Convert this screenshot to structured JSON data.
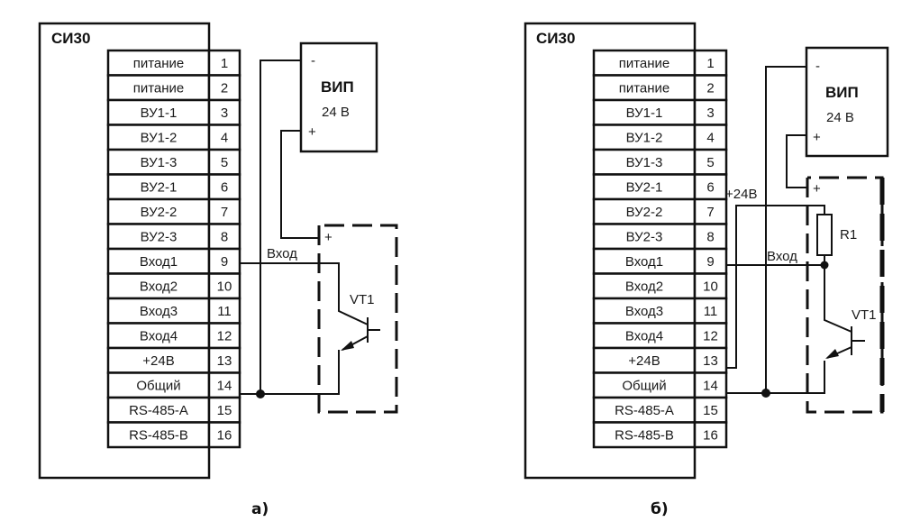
{
  "diagrams": [
    {
      "id": "a",
      "caption": "а)",
      "device_title": "СИ30",
      "terminals": [
        {
          "label": "питание",
          "num": "1"
        },
        {
          "label": "питание",
          "num": "2"
        },
        {
          "label": "ВУ1-1",
          "num": "3"
        },
        {
          "label": "ВУ1-2",
          "num": "4"
        },
        {
          "label": "ВУ1-3",
          "num": "5"
        },
        {
          "label": "ВУ2-1",
          "num": "6"
        },
        {
          "label": "ВУ2-2",
          "num": "7"
        },
        {
          "label": "ВУ2-3",
          "num": "8"
        },
        {
          "label": "Вход1",
          "num": "9"
        },
        {
          "label": "Вход2",
          "num": "10"
        },
        {
          "label": "Вход3",
          "num": "11"
        },
        {
          "label": "Вход4",
          "num": "12"
        },
        {
          "label": "+24В",
          "num": "13"
        },
        {
          "label": "Общий",
          "num": "14"
        },
        {
          "label": "RS-485-A",
          "num": "15"
        },
        {
          "label": "RS-485-B",
          "num": "16"
        }
      ],
      "psu": {
        "title": "ВИП",
        "voltage": "24 В",
        "minus": "-",
        "plus": "+"
      },
      "sensor": {
        "plus": "+",
        "input_label": "Вход",
        "transistor": "VT1"
      }
    },
    {
      "id": "b",
      "caption": "б)",
      "device_title": "СИ30",
      "terminals": [
        {
          "label": "питание",
          "num": "1"
        },
        {
          "label": "питание",
          "num": "2"
        },
        {
          "label": "ВУ1-1",
          "num": "3"
        },
        {
          "label": "ВУ1-2",
          "num": "4"
        },
        {
          "label": "ВУ1-3",
          "num": "5"
        },
        {
          "label": "ВУ2-1",
          "num": "6"
        },
        {
          "label": "ВУ2-2",
          "num": "7"
        },
        {
          "label": "ВУ2-3",
          "num": "8"
        },
        {
          "label": "Вход1",
          "num": "9"
        },
        {
          "label": "Вход2",
          "num": "10"
        },
        {
          "label": "Вход3",
          "num": "11"
        },
        {
          "label": "Вход4",
          "num": "12"
        },
        {
          "label": "+24В",
          "num": "13"
        },
        {
          "label": "Общий",
          "num": "14"
        },
        {
          "label": "RS-485-A",
          "num": "15"
        },
        {
          "label": "RS-485-B",
          "num": "16"
        }
      ],
      "psu": {
        "title": "ВИП",
        "voltage": "24 В",
        "minus": "-",
        "plus": "+"
      },
      "sensor": {
        "plus": "+",
        "input_label": "Вход",
        "transistor": "VT1",
        "resistor": "R1",
        "supply_label": "+24В"
      }
    }
  ]
}
